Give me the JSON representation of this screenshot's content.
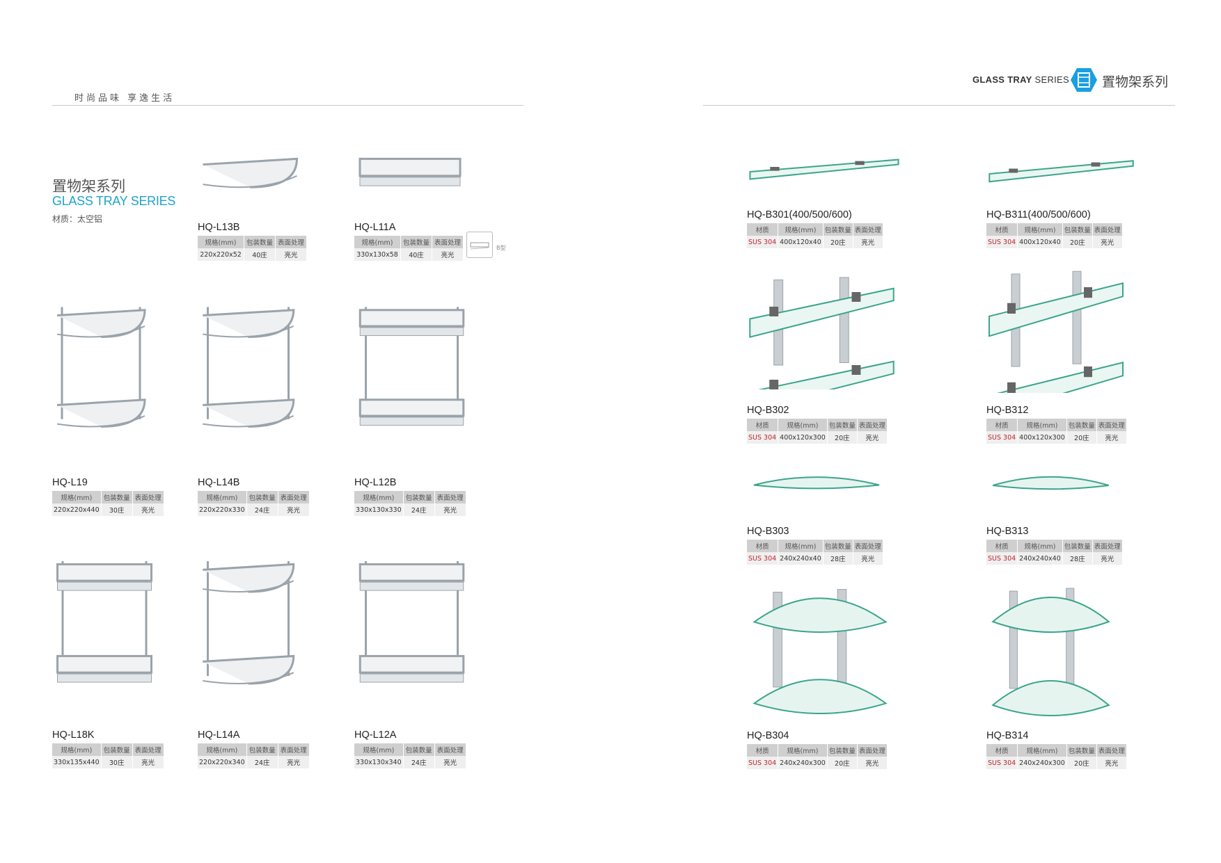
{
  "left_page": {
    "slogan": "时尚品味  享逸生活",
    "title_cn": "置物架系列",
    "title_en": "GLASS TRAY SERIES",
    "material": "材质：太空铝",
    "variant_label": "B型",
    "headers": [
      "规格(mm)",
      "包装数量",
      "表面处理"
    ],
    "products": [
      {
        "code": "HQ-L13B",
        "size": "220x220x52",
        "pack": "40庄",
        "finish": "亮光",
        "icon": "corner-basket-icon"
      },
      {
        "code": "HQ-L11A",
        "size": "330x130x58",
        "pack": "40庄",
        "finish": "亮光",
        "icon": "rect-basket-icon"
      },
      {
        "code": "HQ-L19",
        "size": "220x220x440",
        "pack": "30庄",
        "finish": "亮光",
        "icon": "corner-basket-2tier-icon"
      },
      {
        "code": "HQ-L14B",
        "size": "220x220x330",
        "pack": "24庄",
        "finish": "亮光",
        "icon": "corner-basket-2tier-icon"
      },
      {
        "code": "HQ-L12B",
        "size": "330x130x330",
        "pack": "24庄",
        "finish": "亮光",
        "icon": "rect-basket-2tier-icon"
      },
      {
        "code": "HQ-L18K",
        "size": "330x135x440",
        "pack": "30庄",
        "finish": "亮光",
        "icon": "rect-basket-2tier-icon"
      },
      {
        "code": "HQ-L14A",
        "size": "220x220x340",
        "pack": "24庄",
        "finish": "亮光",
        "icon": "corner-basket-2tier-icon"
      },
      {
        "code": "HQ-L12A",
        "size": "330x130x340",
        "pack": "24庄",
        "finish": "亮光",
        "icon": "rect-basket-2tier-icon"
      }
    ]
  },
  "right_page": {
    "header_en_bold": "GLASS TRAY",
    "header_en_light": " SERIES",
    "header_cn": "置物架系列",
    "headers": [
      "材质",
      "规格(mm)",
      "包装数量",
      "表面处理"
    ],
    "products": [
      {
        "code": "HQ-B301(400/500/600)",
        "material": "SUS 304",
        "size": "400x120x40",
        "pack": "20庄",
        "finish": "亮光",
        "icon": "glass-shelf-icon"
      },
      {
        "code": "HQ-B311(400/500/600)",
        "material": "SUS 304",
        "size": "400x120x40",
        "pack": "20庄",
        "finish": "亮光",
        "icon": "glass-shelf-icon"
      },
      {
        "code": "HQ-B302",
        "material": "SUS 304",
        "size": "400x120x300",
        "pack": "20庄",
        "finish": "亮光",
        "icon": "glass-shelf-2tier-icon"
      },
      {
        "code": "HQ-B312",
        "material": "SUS 304",
        "size": "400x120x300",
        "pack": "20庄",
        "finish": "亮光",
        "icon": "glass-shelf-2tier-icon"
      },
      {
        "code": "HQ-B303",
        "material": "SUS 304",
        "size": "240x240x40",
        "pack": "28庄",
        "finish": "亮光",
        "icon": "glass-corner-shelf-icon"
      },
      {
        "code": "HQ-B313",
        "material": "SUS 304",
        "size": "240x240x40",
        "pack": "28庄",
        "finish": "亮光",
        "icon": "glass-corner-shelf-icon"
      },
      {
        "code": "HQ-B304",
        "material": "SUS 304",
        "size": "240x240x300",
        "pack": "20庄",
        "finish": "亮光",
        "icon": "glass-corner-shelf-2tier-icon"
      },
      {
        "code": "HQ-B314",
        "material": "SUS 304",
        "size": "240x240x300",
        "pack": "20庄",
        "finish": "亮光",
        "icon": "glass-corner-shelf-2tier-icon"
      }
    ]
  },
  "colors": {
    "accent": "#1fa3c9",
    "sus": "#c0272d",
    "th": "#cfcfcf",
    "td": "#efefef"
  }
}
